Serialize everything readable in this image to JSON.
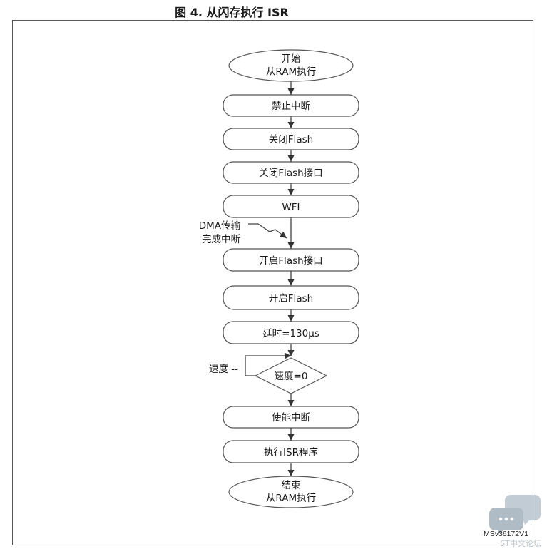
{
  "title": "图 4. 从闪存执行 ISR",
  "nodes": {
    "start_line1": "开始",
    "start_line2": "从RAM执行",
    "disable_irq": "禁止中断",
    "flash_off": "关闭Flash",
    "flash_if_off": "关闭Flash接口",
    "wfi": "WFI",
    "flash_if_on": "开启Flash接口",
    "flash_on": "开启Flash",
    "delay": "延时=130μs",
    "speed_check": "速度=0",
    "enable_irq": "使能中断",
    "exec_isr": "执行ISR程序",
    "end_line1": "结束",
    "end_line2": "从RAM执行"
  },
  "annotations": {
    "dma_line1": "DMA传输",
    "dma_line2": "完成中断",
    "speed_loop": "速度 --"
  },
  "figure_id": "MSv36172V1",
  "watermark": "ST中文论坛",
  "colors": {
    "stroke": "#555555",
    "arrow": "#333333",
    "watermark": "#bcc6cc"
  }
}
